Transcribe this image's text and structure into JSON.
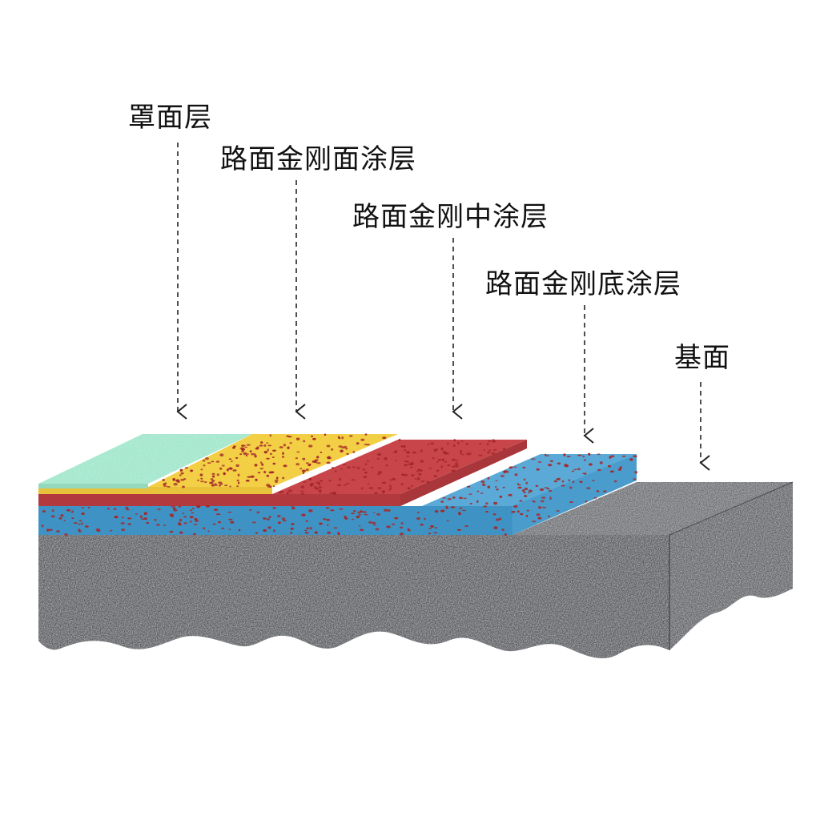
{
  "labels": {
    "cover": "罩面层",
    "top_coat": "路面金刚面涂层",
    "middle_coat": "路面金刚中涂层",
    "base_coat": "路面金刚底涂层",
    "substrate": "基面"
  },
  "colors": {
    "cover": "#a6e8cf",
    "top_coat": "#f2cf44",
    "middle_coat": "#c8464a",
    "base_coat": "#4a9ccc",
    "substrate": "#5a5c5e",
    "fleck": "#a3282a",
    "arrow": "#222222"
  }
}
